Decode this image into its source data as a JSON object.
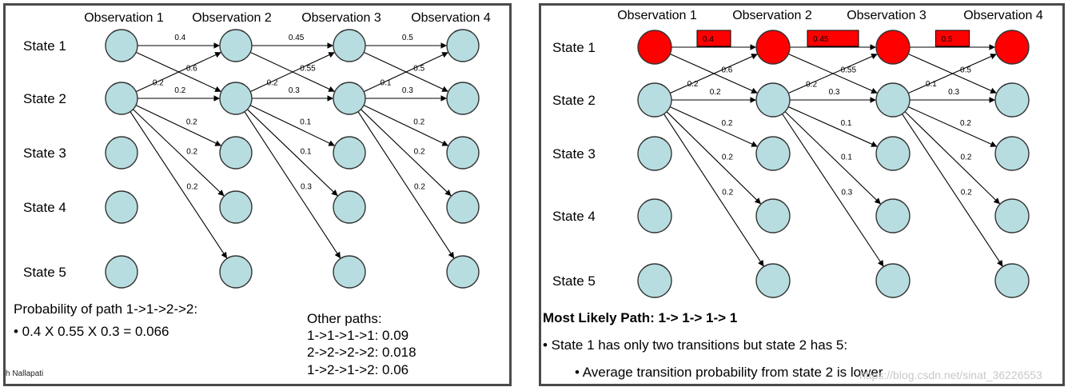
{
  "colors": {
    "node_fill": "#b7dde0",
    "node_stroke": "#333333",
    "highlight_fill": "#ff0000",
    "edge": "#000000"
  },
  "diagram": {
    "observations": [
      "Observation 1",
      "Observation 2",
      "Observation 3",
      "Observation 4"
    ],
    "states": [
      "State 1",
      "State 2",
      "State 3",
      "State 4",
      "State 5"
    ],
    "edges": [
      {
        "from": [
          0,
          0
        ],
        "to": [
          1,
          0
        ],
        "label": "0.4"
      },
      {
        "from": [
          0,
          0
        ],
        "to": [
          1,
          1
        ],
        "label": "0.6"
      },
      {
        "from": [
          0,
          1
        ],
        "to": [
          1,
          0
        ],
        "label": "0.2"
      },
      {
        "from": [
          0,
          1
        ],
        "to": [
          1,
          1
        ],
        "label": "0.2"
      },
      {
        "from": [
          0,
          1
        ],
        "to": [
          1,
          2
        ],
        "label": "0.2"
      },
      {
        "from": [
          0,
          1
        ],
        "to": [
          1,
          3
        ],
        "label": "0.2"
      },
      {
        "from": [
          0,
          1
        ],
        "to": [
          1,
          4
        ],
        "label": "0.2"
      },
      {
        "from": [
          1,
          0
        ],
        "to": [
          2,
          0
        ],
        "label": "0.45"
      },
      {
        "from": [
          1,
          0
        ],
        "to": [
          2,
          1
        ],
        "label": "0.55"
      },
      {
        "from": [
          1,
          1
        ],
        "to": [
          2,
          0
        ],
        "label": "0.2"
      },
      {
        "from": [
          1,
          1
        ],
        "to": [
          2,
          1
        ],
        "label": "0.3"
      },
      {
        "from": [
          1,
          1
        ],
        "to": [
          2,
          2
        ],
        "label": "0.1"
      },
      {
        "from": [
          1,
          1
        ],
        "to": [
          2,
          3
        ],
        "label": "0.1"
      },
      {
        "from": [
          1,
          1
        ],
        "to": [
          2,
          4
        ],
        "label": "0.3"
      },
      {
        "from": [
          2,
          0
        ],
        "to": [
          3,
          0
        ],
        "label": "0.5"
      },
      {
        "from": [
          2,
          0
        ],
        "to": [
          3,
          1
        ],
        "label": "0.5"
      },
      {
        "from": [
          2,
          1
        ],
        "to": [
          3,
          0
        ],
        "label": "0.1"
      },
      {
        "from": [
          2,
          1
        ],
        "to": [
          3,
          1
        ],
        "label": "0.3"
      },
      {
        "from": [
          2,
          1
        ],
        "to": [
          3,
          2
        ],
        "label": "0.2"
      },
      {
        "from": [
          2,
          1
        ],
        "to": [
          3,
          3
        ],
        "label": "0.2"
      },
      {
        "from": [
          2,
          1
        ],
        "to": [
          3,
          4
        ],
        "label": "0.2"
      }
    ]
  },
  "left_panel": {
    "path_prob_title": "Probability of path 1->1->2->2:",
    "path_prob_calc": "• 0.4 X 0.55 X 0.3 = 0.066",
    "other_paths_title": "Other paths:",
    "other_paths": [
      "1->1->1->1: 0.09",
      "2->2->2->2: 0.018",
      "1->2->1->2: 0.06"
    ],
    "footer_name": "h Nallapati"
  },
  "right_panel": {
    "most_likely": "Most Likely Path:  1-> 1-> 1-> 1",
    "bullet1": "• State 1 has only two transitions but state 2 has 5:",
    "bullet2": "• Average transition probability from state 2 is lower",
    "watermark": "https://blog.csdn.net/sinat_36226553",
    "highlight_path": [
      0,
      0,
      0,
      0
    ]
  }
}
